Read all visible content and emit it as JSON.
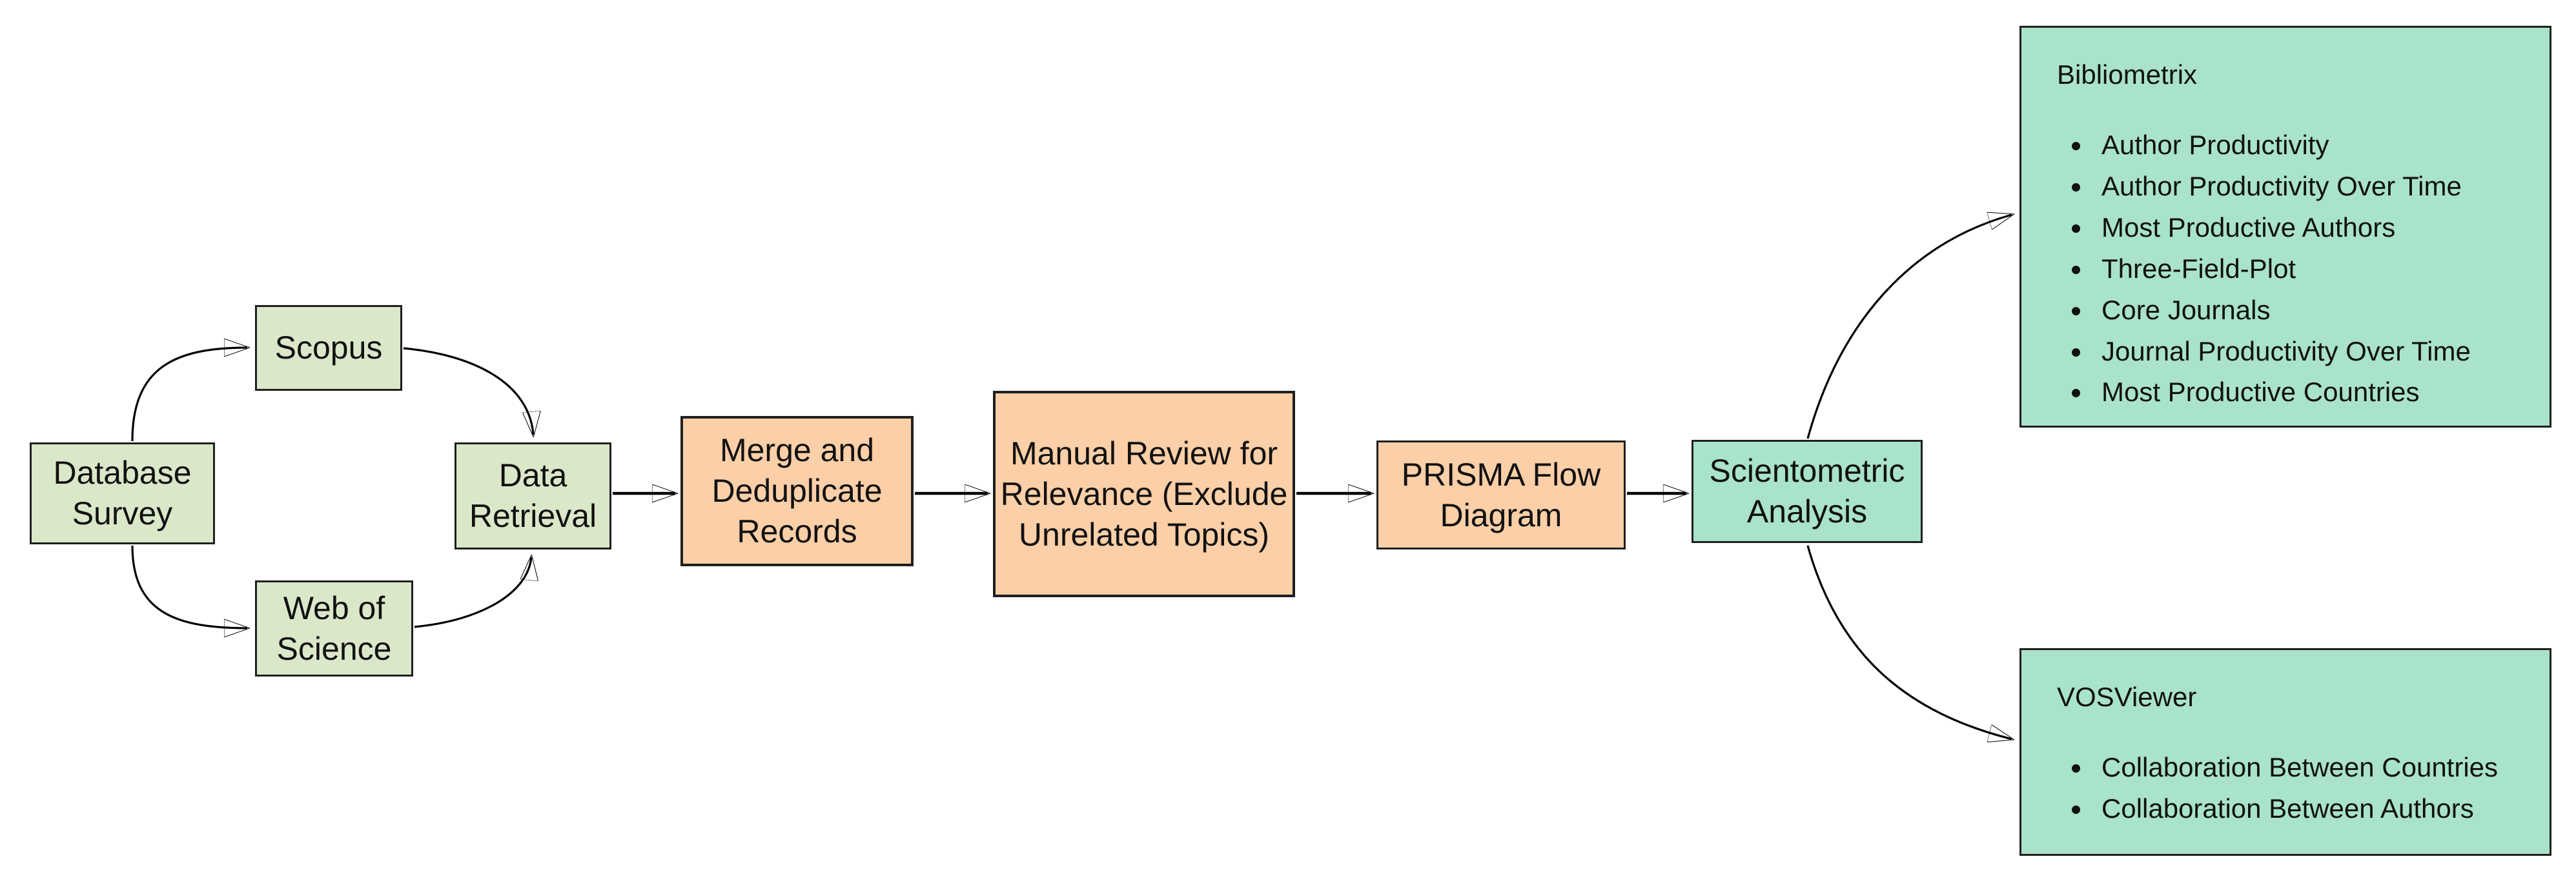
{
  "colors": {
    "background": "#ffffff",
    "green-fill": "#dae8c9",
    "orange-fill": "#fbcfa7",
    "teal-fill": "#a9e3c9",
    "border": "#1f1f1f",
    "arrow": "#000000",
    "text": "#111111"
  },
  "nodes": {
    "database_survey": "Database Survey",
    "scopus": "Scopus",
    "web_of_science": "Web of Science",
    "data_retrieval": "Data Retrieval",
    "merge_deduplicate": "Merge and Deduplicate Records",
    "manual_review": "Manual Review for Relevance (Exclude Unrelated Topics)",
    "prisma": "PRISMA Flow Diagram",
    "scientometric": "Scientometric Analysis"
  },
  "panels": {
    "bibliometrix": {
      "title": "Bibliometrix",
      "items": [
        "Author Productivity",
        "Author Productivity Over Time",
        "Most Productive Authors",
        "Three-Field-Plot",
        "Core Journals",
        "Journal Productivity Over Time",
        "Most Productive Countries"
      ]
    },
    "vosviewer": {
      "title": "VOSViewer",
      "items": [
        "Collaboration Between Countries",
        "Collaboration Between Authors"
      ]
    }
  }
}
